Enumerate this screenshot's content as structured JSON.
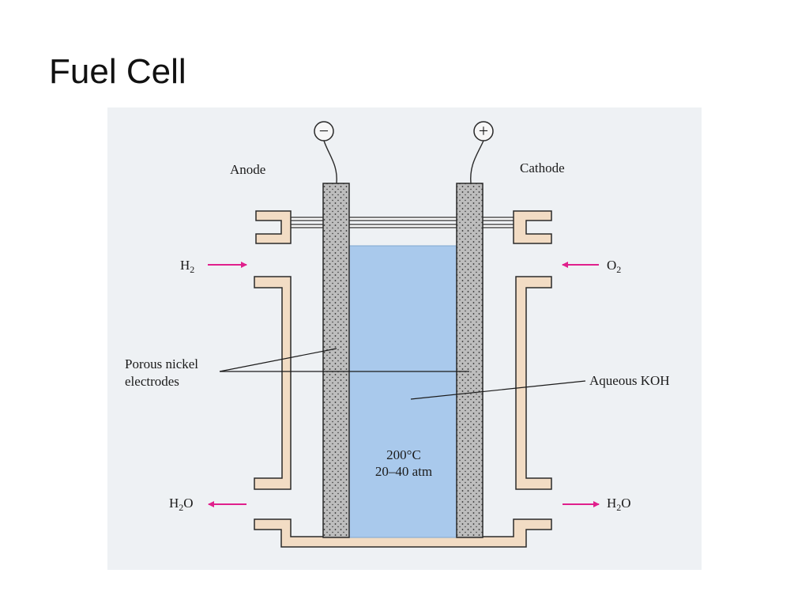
{
  "slide": {
    "title": "Fuel Cell"
  },
  "diagram": {
    "anode_label": "Anode",
    "cathode_label": "Cathode",
    "anode_terminal": "−",
    "cathode_terminal": "+",
    "h2_in": {
      "main": "H",
      "sub": "2"
    },
    "o2_in": {
      "main": "O",
      "sub": "2"
    },
    "h2o_left": {
      "main": "H",
      "sub": "2",
      "tail": "O"
    },
    "h2o_right": {
      "main": "H",
      "sub": "2",
      "tail": "O"
    },
    "electrodes_label_line1": "Porous nickel",
    "electrodes_label_line2": "electrodes",
    "electrolyte_label": "Aqueous KOH",
    "temperature": "200°C",
    "pressure": "20–40 atm"
  },
  "colors": {
    "background_panel": "#eef1f4",
    "housing_fill": "#f2dcc4",
    "housing_stroke": "#2a2a2a",
    "electrolyte": "#a9c9ec",
    "electrode": "#b9b9b9",
    "arrow": "#e0208c"
  },
  "icons": {
    "anode_terminal": "minus-circle-icon",
    "cathode_terminal": "plus-circle-icon",
    "flow_arrows": "arrow-icon"
  }
}
